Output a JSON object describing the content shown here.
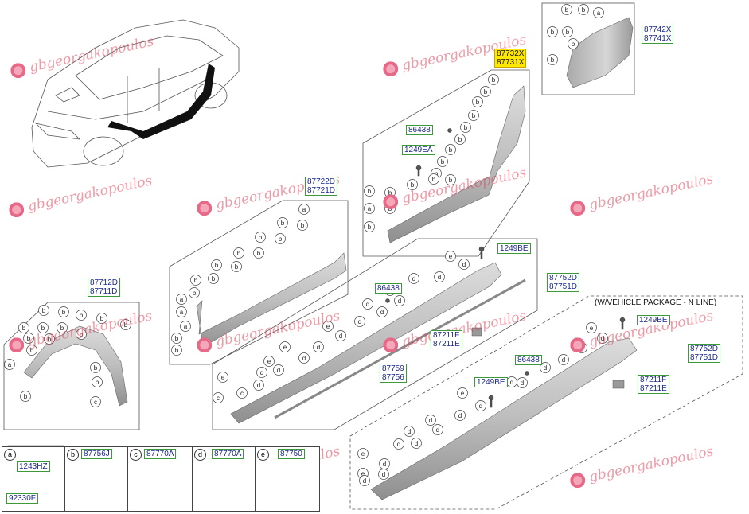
{
  "labels": {
    "rear_garnish_top": [
      "87732X",
      "87731X"
    ],
    "rear_quarter": [
      "87742X",
      "87741X"
    ],
    "rear_garnish_clip": "86438",
    "rear_garnish_screw": "1249EA",
    "front_door_garnish": [
      "87722D",
      "87721D"
    ],
    "fender": [
      "87712D",
      "87711D"
    ],
    "sill_screw": "1249BE",
    "sill_clip": "86438",
    "sill_moulding": [
      "87752D",
      "87751D"
    ],
    "sill_bracket": [
      "87211F",
      "87211E"
    ],
    "sill_strip": [
      "87759",
      "87756"
    ],
    "nline_screw_top": "1249BE",
    "nline_clip": "86438",
    "nline_screw_mid": "1249BE",
    "nline_moulding": [
      "87752D",
      "87751D"
    ],
    "nline_bracket": [
      "87211F",
      "87211E"
    ]
  },
  "nline_note": "(W/VEHICLE PACKAGE - N LINE)",
  "legend": [
    {
      "key": "a",
      "codes": [
        "1243HZ",
        "92330F"
      ]
    },
    {
      "key": "b",
      "codes": [
        "87756J"
      ]
    },
    {
      "key": "c",
      "codes": [
        "87770A"
      ]
    },
    {
      "key": "d",
      "codes": [
        "87770A"
      ]
    },
    {
      "key": "e",
      "codes": [
        "87750"
      ]
    }
  ],
  "watermark": "gbgeorgakopoulos",
  "colors": {
    "label_border": "#3a9a3a",
    "label_text": "#1b2a8a",
    "highlight": "#ffe800",
    "watermark": "#de465c"
  }
}
